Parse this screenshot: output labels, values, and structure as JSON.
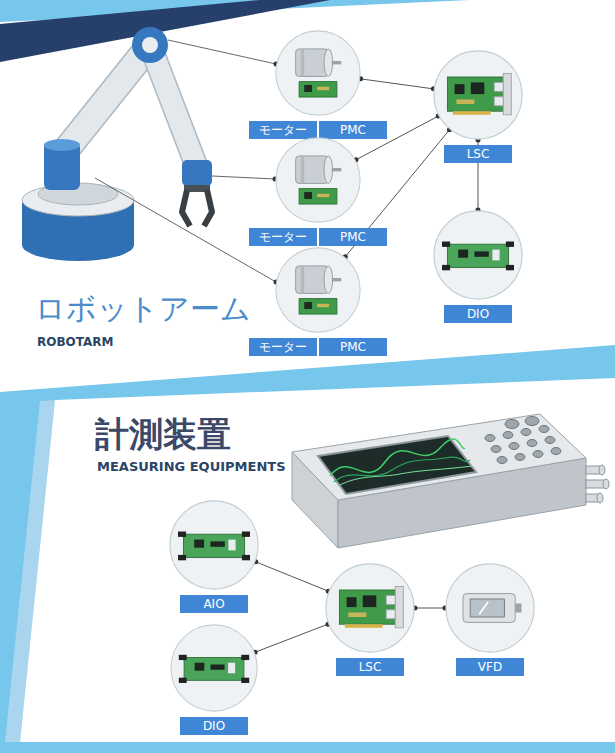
{
  "diagram": {
    "nodes": [
      {
        "text": [
          "モーター",
          "PMC"
        ]
      },
      {
        "text": [
          "モーター",
          "PMC"
        ]
      },
      {
        "text": [
          "モーター",
          "PMC"
        ]
      },
      {
        "text": [
          "LSC"
        ]
      },
      {
        "text": [
          "DIO"
        ]
      },
      {
        "text": [
          "AIO"
        ]
      },
      {
        "text": [
          "DIO"
        ]
      },
      {
        "text": [
          "LSC"
        ]
      },
      {
        "text": [
          "VFD"
        ]
      }
    ],
    "edges": [
      {
        "from": 0,
        "to": 3,
        "arrow": "none"
      },
      {
        "from": 1,
        "to": 3,
        "arrow": "none"
      },
      {
        "from": 2,
        "to": 3,
        "arrow": "none"
      },
      {
        "from": 3,
        "to": 4,
        "arrow": "none"
      },
      {
        "from": 5,
        "to": 7,
        "arrow": "none"
      },
      {
        "from": 6,
        "to": 7,
        "arrow": "none"
      },
      {
        "from": 7,
        "to": 8,
        "arrow": "none"
      }
    ],
    "labels": [
      "ロボットアーム",
      "ROBOTARM",
      "計測装置",
      "MEASURING EQUIPMENTS"
    ]
  }
}
